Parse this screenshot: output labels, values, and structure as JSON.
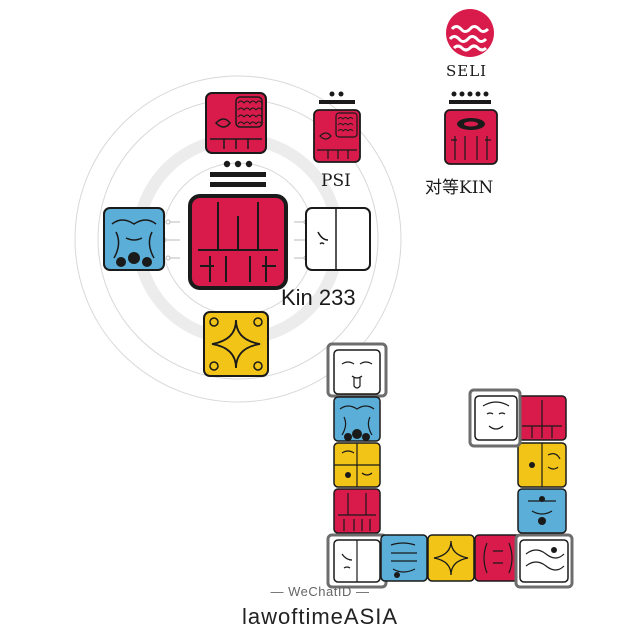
{
  "labels": {
    "seli": "SELI",
    "psi": "PSI",
    "analog": "对等KIN",
    "kin": "Kin 233",
    "wechat": "— WeChatID —",
    "handle": "lawoftimeASIA"
  },
  "colors": {
    "red": "#d81b4b",
    "blue": "#5aaed8",
    "yellow": "#f2c418",
    "white": "#ffffff",
    "outline": "#1a1a1a",
    "frame": "#8a8a8a"
  },
  "oracle": {
    "center": {
      "glyph": "red-skywalker-icon",
      "tone_dots": 3,
      "tone_bars": 2
    },
    "top": {
      "glyph": "red-earth-icon"
    },
    "left": {
      "glyph": "blue-eagle-icon"
    },
    "right": {
      "glyph": "white-dog-icon"
    },
    "bottom": {
      "glyph": "yellow-star-icon"
    }
  },
  "psi": {
    "glyph": "red-earth-icon",
    "tone_dots": 2,
    "tone_bars": 1
  },
  "analog": {
    "glyph": "red-serpent-icon",
    "tone_dots": 5,
    "tone_bars": 1
  },
  "seli": {
    "glyph": "seli-plasma-icon"
  },
  "wavespell": {
    "left_column": [
      "white-dog-icon",
      "blue-monkey-icon",
      "yellow-human-icon",
      "red-skywalker-icon",
      "white-wizard-icon"
    ],
    "bottom_row": [
      "blue-hand-icon",
      "yellow-star-icon",
      "red-moon-icon"
    ],
    "right_column": [
      "white-wind-icon",
      "red-earth-icon",
      "yellow-sun-icon",
      "blue-storm-icon"
    ]
  }
}
